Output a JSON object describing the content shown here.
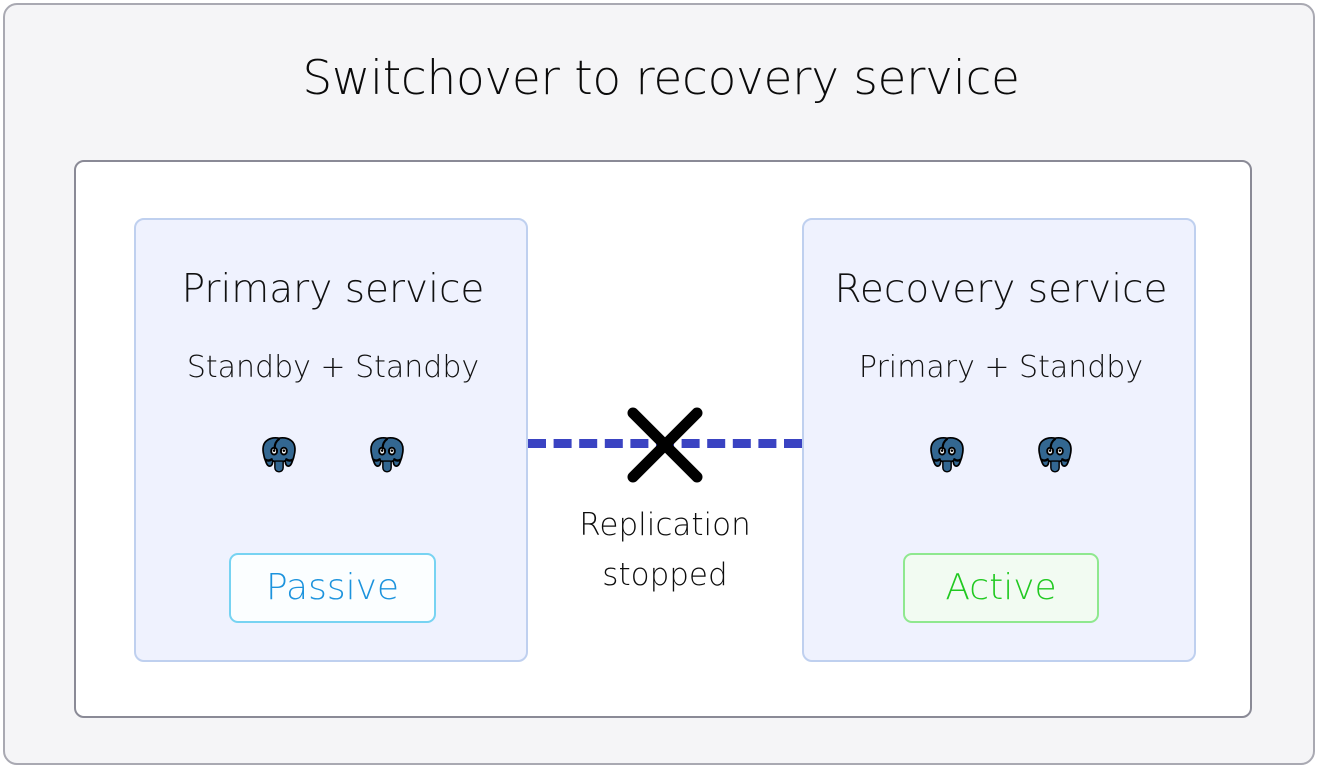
{
  "diagram": {
    "title": "Switchover to recovery service",
    "type": "database-failover-topology"
  },
  "panels": [
    {
      "id": "primary-service",
      "title": "Primary service",
      "subtitle": "Standby + Standby",
      "nodes": [
        {
          "icon": "postgresql-elephant-icon",
          "role": "Standby"
        },
        {
          "icon": "postgresql-elephant-icon",
          "role": "Standby"
        }
      ],
      "status": {
        "label": "Passive",
        "text_color": "#1c93dd",
        "border_color": "#77d3f2",
        "background_color": "#fbfeff"
      }
    },
    {
      "id": "recovery-service",
      "title": "Recovery service",
      "subtitle": "Primary + Standby",
      "nodes": [
        {
          "icon": "postgresql-elephant-icon",
          "role": "Primary"
        },
        {
          "icon": "postgresql-elephant-icon",
          "role": "Standby"
        }
      ],
      "status": {
        "label": "Active",
        "text_color": "#21c921",
        "border_color": "#8fe88f",
        "background_color": "#f2fbf2"
      }
    }
  ],
  "replication": {
    "line_label_1": "Replication",
    "line_label_2": "stopped",
    "line_color": "#3a43c2",
    "line_style": "dashed",
    "cross_icon": "cross-mark-icon",
    "cross_color": "#000000",
    "state": "stopped"
  },
  "colors": {
    "page_background": "#f5f5f7",
    "page_border": "#a9a9b2",
    "card_background": "#ffffff",
    "card_border": "#8a8a96",
    "panel_background": "#eff2fe",
    "panel_border": "#bfd0ef",
    "postgres_blue": "#336791",
    "title_text": "#0a0a0a"
  }
}
